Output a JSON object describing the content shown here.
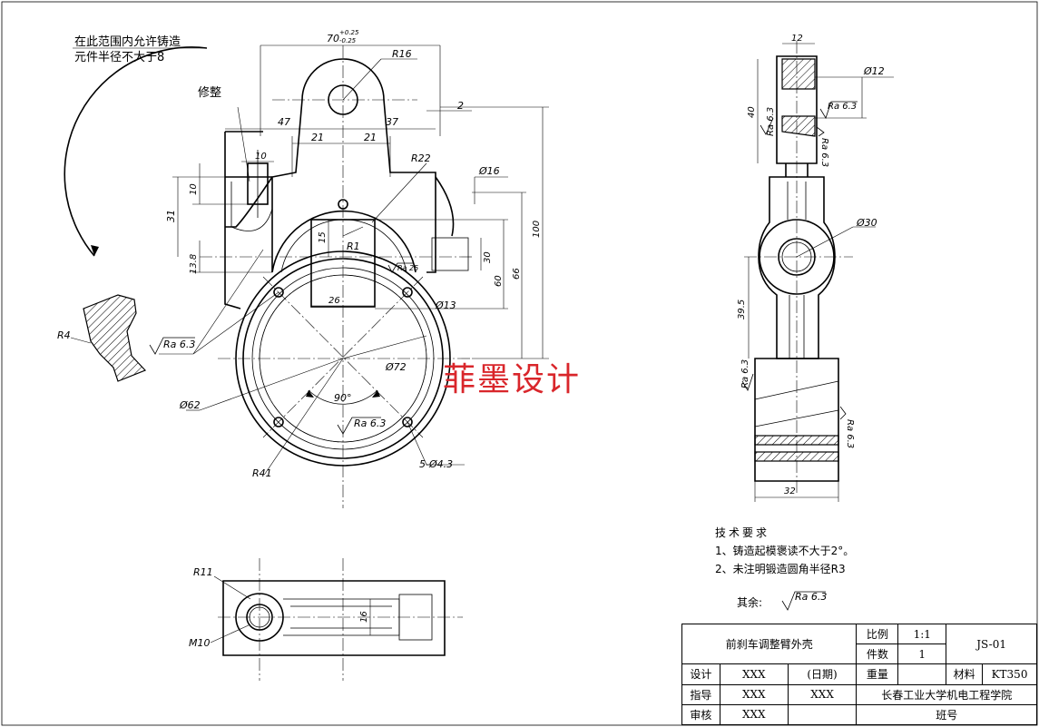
{
  "labels": {
    "cast_note_line1": "在此范围内允许铸造",
    "cast_note_line2": "元件半径不大于8",
    "trim": "修整",
    "r4": "R4",
    "r16": "R16",
    "r22": "R22",
    "r1": "R1",
    "r41": "R41",
    "r11": "R11",
    "m10": "M10",
    "ra63": "Ra 6.3",
    "ra25": "Ra 25",
    "angle90": "90°",
    "phi62": "Ø62",
    "phi72": "Ø72",
    "phi30": "Ø30",
    "phi16": "Ø16",
    "phi12": "Ø12",
    "phi13": "Ø13",
    "holes": "5-Ø4.3",
    "dim_70": "70",
    "dim_70_tol_up": "+0.25",
    "dim_70_tol_dn": "-0.25",
    "dim_47": "47",
    "dim_37": "37",
    "dim_21a": "21",
    "dim_21b": "21",
    "dim_2": "2",
    "dim_10a": "10",
    "dim_10b": "10",
    "dim_31": "31",
    "dim_15": "15",
    "dim_138": "13.8",
    "dim_26": "26",
    "dim_30": "30",
    "dim_60": "60",
    "dim_66": "66",
    "dim_100": "100",
    "dim_12": "12",
    "dim_40": "40",
    "dim_395": "39.5",
    "dim_32": "32",
    "dim_16": "16"
  },
  "notes": {
    "title": "技术要求",
    "item1": "1、铸造起模褒读不大于2°。",
    "item2": "2、未注明锻造圆角半径R3",
    "qiyu": "其余:",
    "qiyu_ra": "Ra 6.3"
  },
  "watermark": "菲墨设计",
  "titleblock": {
    "name": "前刹车调整臂外壳",
    "scale_label": "比例",
    "scale_value": "1:1",
    "count_label": "件数",
    "count_value": "1",
    "code": "JS-01",
    "design_label": "设计",
    "design_value": "XXX",
    "date_label": "(日期)",
    "weight_label": "重量",
    "material_label": "材料",
    "material_value": "KT350",
    "guide_label": "指导",
    "guide_value1": "XXX",
    "guide_value2": "XXX",
    "school": "长春工业大学机电工程学院",
    "review_label": "审核",
    "review_value": "XXX",
    "class_label": "班号"
  }
}
